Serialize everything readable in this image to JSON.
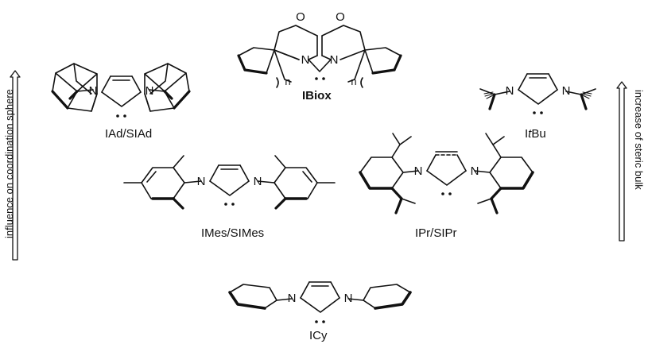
{
  "captions": {
    "iad": "IAd/SIAd",
    "ibiox": "IBiox",
    "itbu_prefix": "I",
    "itbu_italic": "t",
    "itbu_suffix": "Bu",
    "imes": "IMes/SIMes",
    "ipr": "IPr/SIPr",
    "icy": "ICy"
  },
  "arrows": {
    "left_label": "influence on coordination sphere",
    "right_label": "increase of steric bulk"
  },
  "atoms": {
    "nitrogen": "N",
    "oxygen": "O",
    "ring_index": "n"
  },
  "colors": {
    "ink": "#111111",
    "background": "#ffffff"
  }
}
